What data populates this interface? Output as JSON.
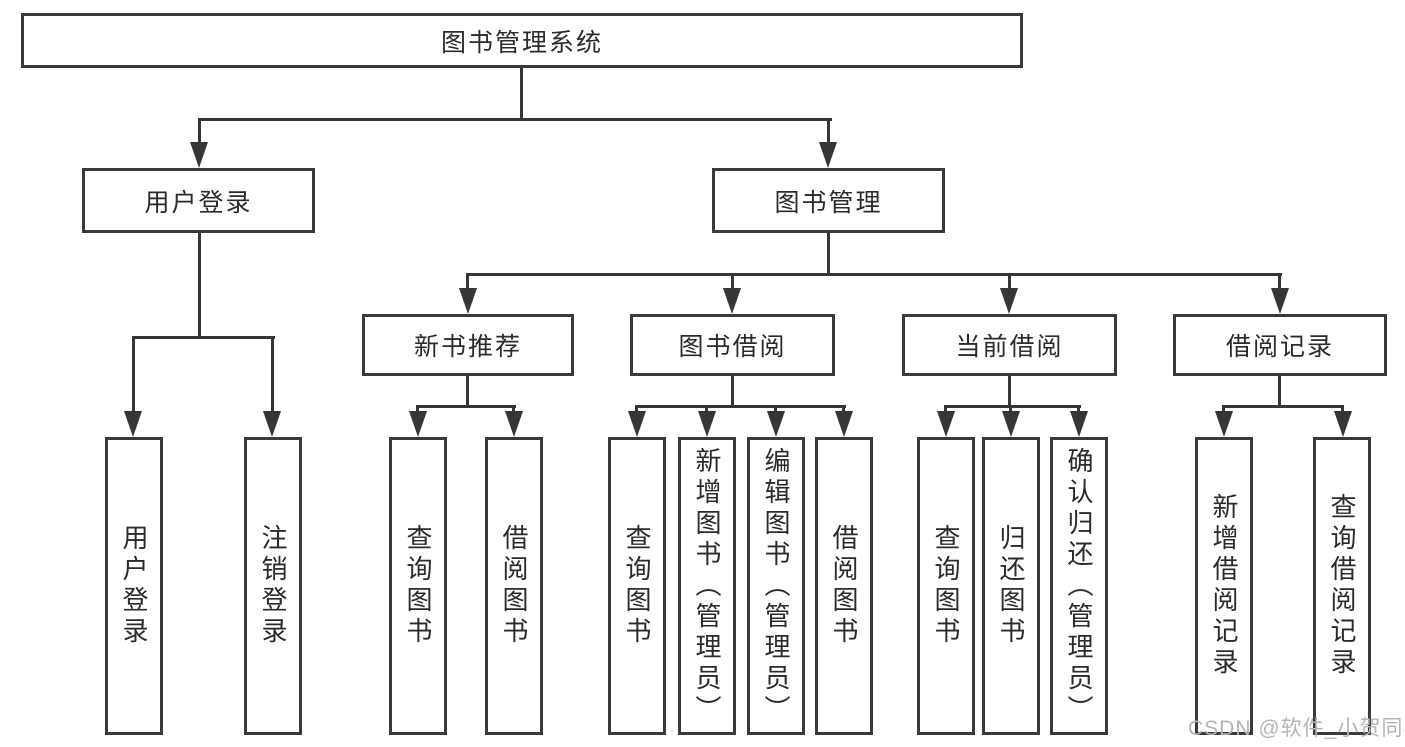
{
  "diagram": {
    "root": "图书管理系统",
    "level2": [
      "用户登录",
      "图书管理"
    ],
    "level3": [
      "新书推荐",
      "图书借阅",
      "当前借阅",
      "借阅记录"
    ],
    "leaves": {
      "user_login": [
        "用户登录",
        "注销登录"
      ],
      "new_book": [
        "查询图书",
        "借阅图书"
      ],
      "book_borrow": [
        "查询图书",
        "新增图书（管理员）",
        "编辑图书（管理员）",
        "借阅图书"
      ],
      "current_borrow": [
        "查询图书",
        "归还图书",
        "确认归还（管理员）"
      ],
      "borrow_record": [
        "新增借阅记录",
        "查询借阅记录"
      ]
    },
    "colors": {
      "line": "#363636",
      "border": "#3a3a3a",
      "text": "#2b2b2b",
      "background": "#ffffff"
    }
  },
  "watermark": {
    "text": "CSDN @软件_小贺同学",
    "color": "#b5b5b5"
  }
}
